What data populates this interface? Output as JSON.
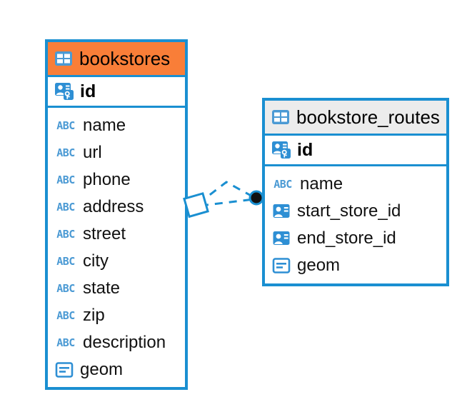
{
  "diagram": {
    "type": "entity-relationship-diagram",
    "background_color": "#ffffff",
    "accent_color": "#1a8fd1",
    "entities": [
      {
        "name": "bookstores",
        "header_color": "#f97e38",
        "table_icon": "table-icon",
        "primary_key": {
          "label": "id",
          "icon": "primary-key-icon"
        },
        "attributes": [
          {
            "label": "name",
            "icon": "abc-icon",
            "icon_text": "ABC"
          },
          {
            "label": "url",
            "icon": "abc-icon",
            "icon_text": "ABC"
          },
          {
            "label": "phone",
            "icon": "abc-icon",
            "icon_text": "ABC"
          },
          {
            "label": "address",
            "icon": "abc-icon",
            "icon_text": "ABC"
          },
          {
            "label": "street",
            "icon": "abc-icon",
            "icon_text": "ABC"
          },
          {
            "label": "city",
            "icon": "abc-icon",
            "icon_text": "ABC"
          },
          {
            "label": "state",
            "icon": "abc-icon",
            "icon_text": "ABC"
          },
          {
            "label": "zip",
            "icon": "abc-icon",
            "icon_text": "ABC"
          },
          {
            "label": "description",
            "icon": "abc-icon",
            "icon_text": "ABC"
          },
          {
            "label": "geom",
            "icon": "geometry-icon",
            "icon_text": ""
          }
        ]
      },
      {
        "name": "bookstore_routes",
        "header_color": "#ececec",
        "table_icon": "table-icon",
        "primary_key": {
          "label": "id",
          "icon": "primary-key-icon"
        },
        "attributes": [
          {
            "label": "name",
            "icon": "abc-icon",
            "icon_text": "ABC"
          },
          {
            "label": "start_store_id",
            "icon": "foreign-key-icon",
            "icon_text": ""
          },
          {
            "label": "end_store_id",
            "icon": "foreign-key-icon",
            "icon_text": ""
          },
          {
            "label": "geom",
            "icon": "geometry-icon",
            "icon_text": ""
          }
        ]
      }
    ],
    "relationship": {
      "style": "dashed",
      "color": "#1a8fd1",
      "source_endpoint": "diamond",
      "target_endpoint": "filled-circle"
    }
  }
}
